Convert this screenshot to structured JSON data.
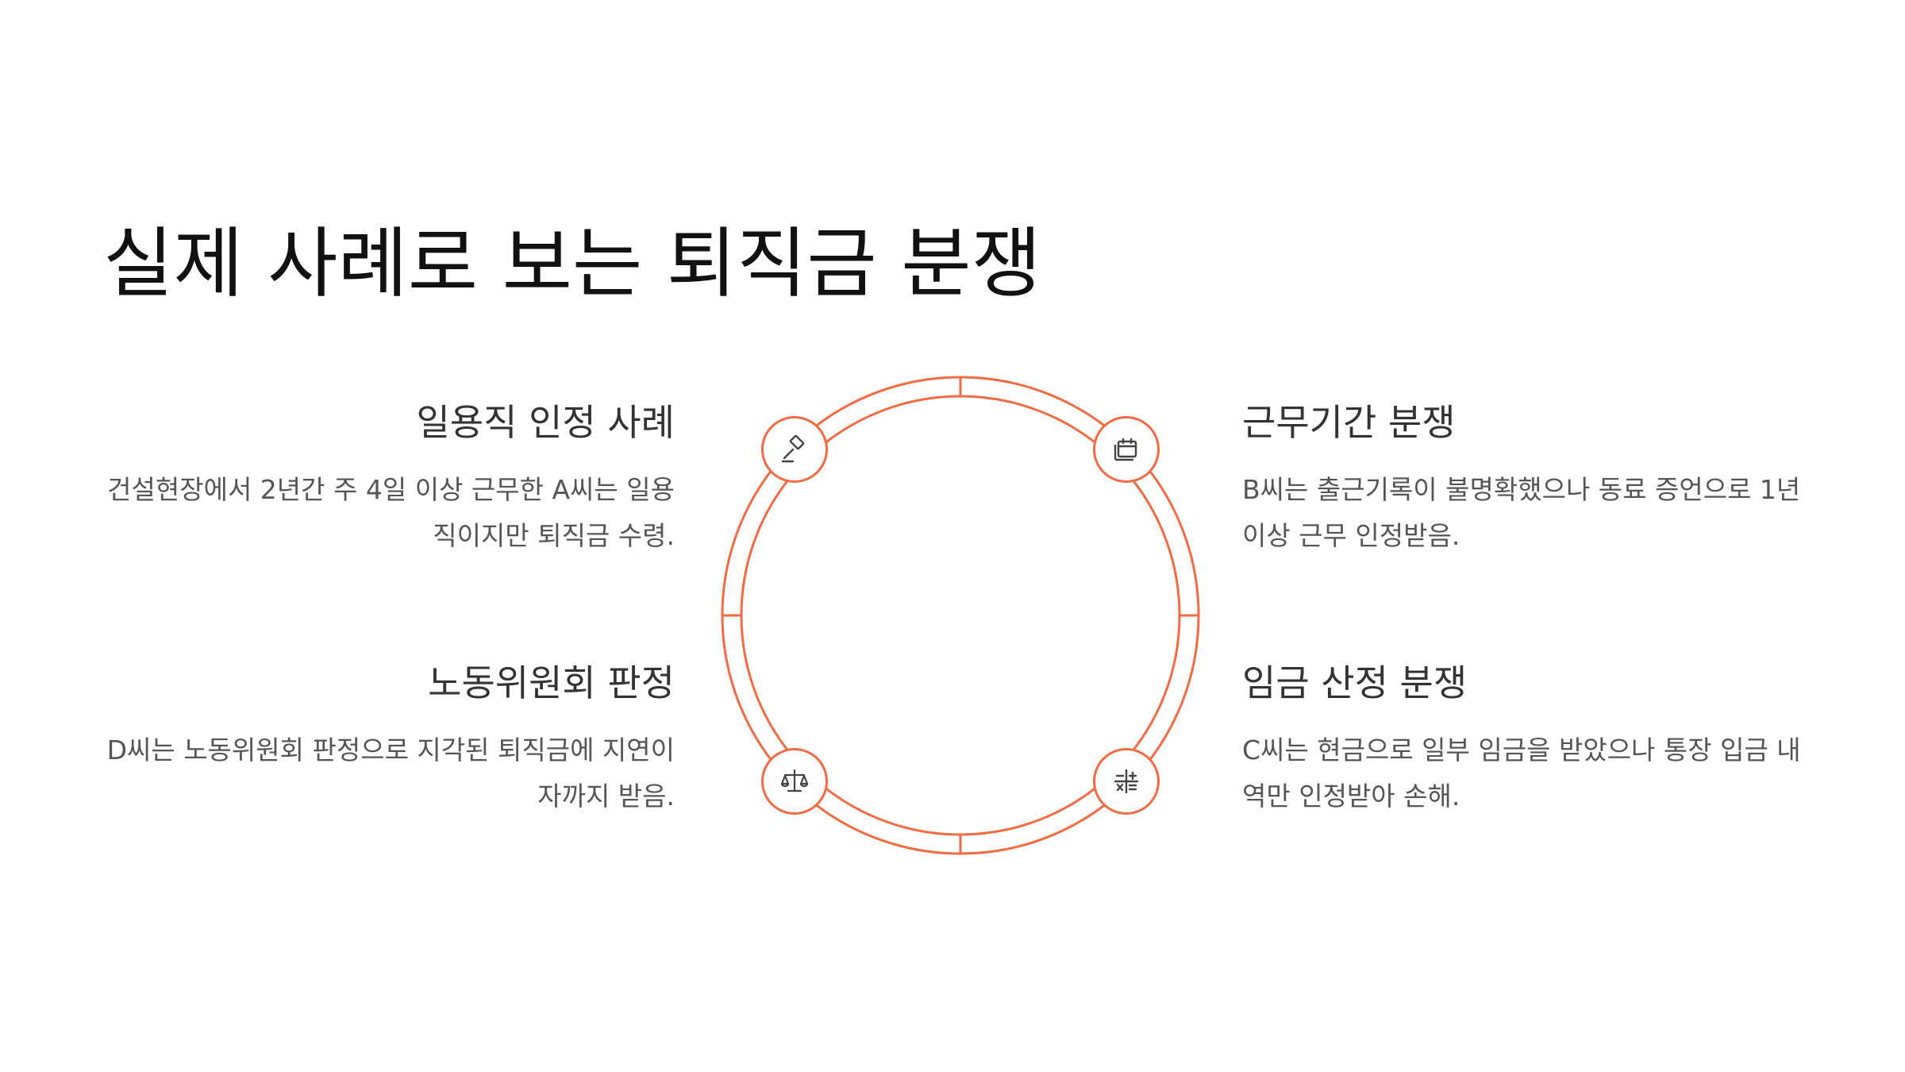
{
  "title": "실제 사례로 보는 퇴직금 분쟁",
  "colors": {
    "accent": "#f26b43",
    "text": "#333333",
    "muted": "#555555"
  },
  "cases": {
    "top_left": {
      "title": "일용직 인정 사례",
      "text": "건설현장에서 2년간 주 4일 이상 근무한 A씨는 일용직이지만 퇴직금 수령.",
      "icon": "gavel-icon"
    },
    "top_right": {
      "title": "근무기간 분쟁",
      "text": "B씨는 출근기록이 불명확했으나 동료 증언으로 1년 이상 근무 인정받음.",
      "icon": "calendar-icon"
    },
    "bottom_left": {
      "title": "노동위원회 판정",
      "text": "D씨는 노동위원회 판정으로 지각된 퇴직금에 지연이자까지 받음.",
      "icon": "scales-icon"
    },
    "bottom_right": {
      "title": "임금 산정 분쟁",
      "text": "C씨는 현금으로 일부 임금을 받았으나 통장 입금 내역만 인정받아 손해.",
      "icon": "calculator-icon"
    }
  }
}
